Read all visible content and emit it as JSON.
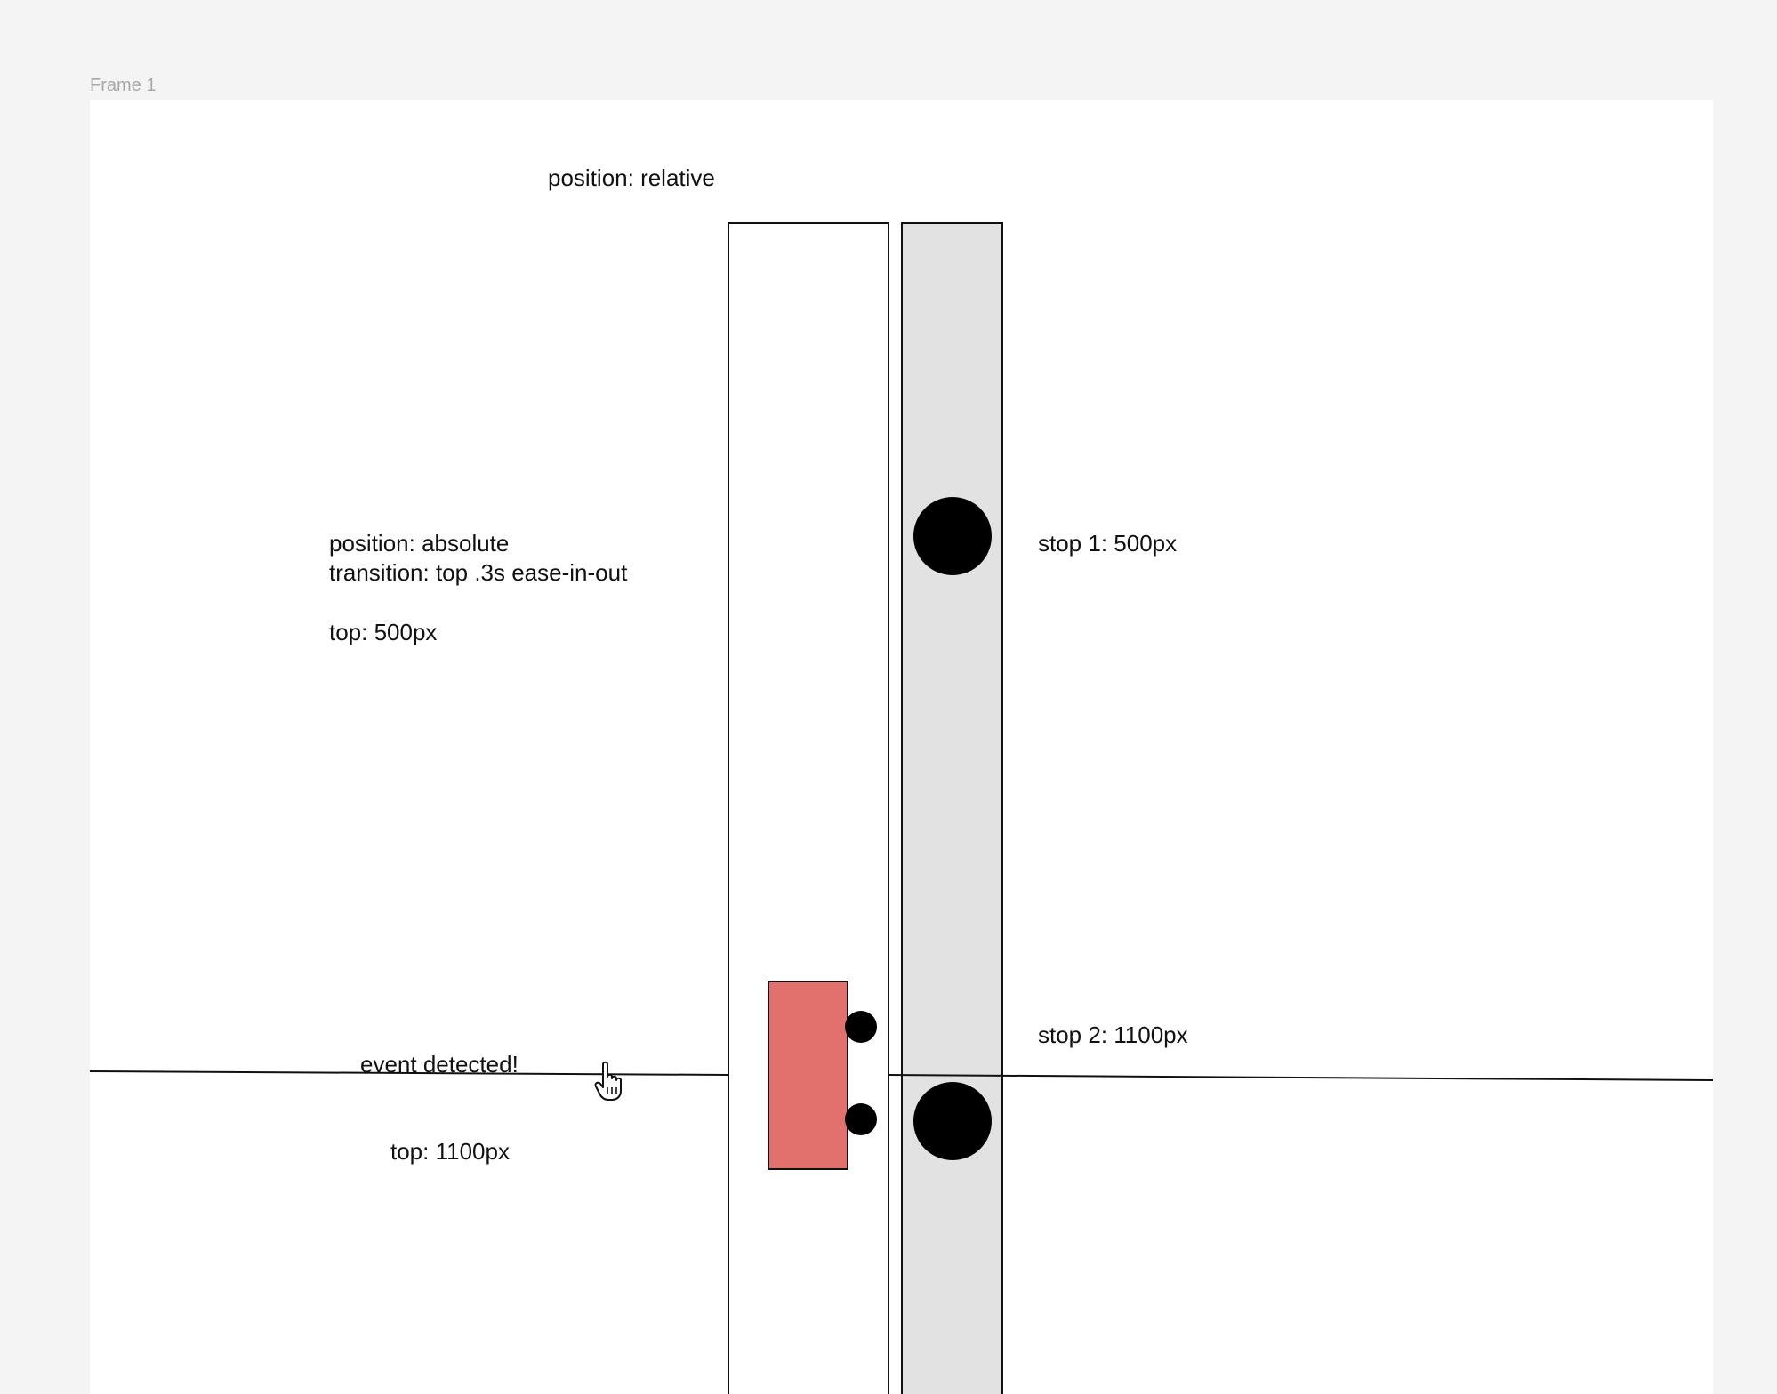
{
  "frame": {
    "label": "Frame 1"
  },
  "labels": {
    "container": "position: relative",
    "element_position": "position: absolute",
    "element_transition": "transition: top .3s ease-in-out",
    "element_top_initial": "top: 500px",
    "stop1": "stop 1: 500px",
    "stop2": "stop 2: 1100px",
    "event": "event detected!",
    "element_top_final": "top: 1100px"
  },
  "icons": {
    "cursor": "hand-pointer-icon"
  },
  "colors": {
    "canvas_bg": "#f4f4f4",
    "frame_bg": "#ffffff",
    "track_fill": "#e2e2e2",
    "element_fill": "#e2706c",
    "stroke": "#111111"
  }
}
